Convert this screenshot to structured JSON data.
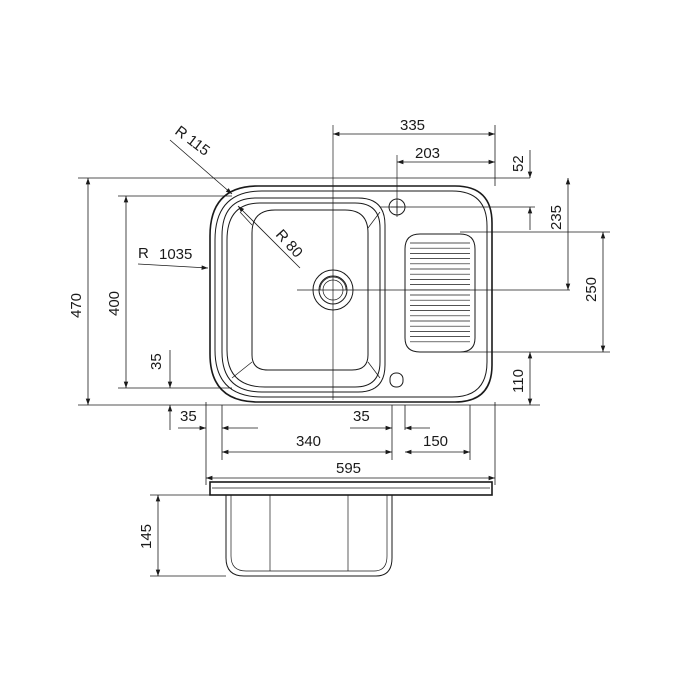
{
  "dimensions": {
    "top_335": "335",
    "top_203": "203",
    "right_52": "52",
    "right_235": "235",
    "right_250": "250",
    "right_110": "110",
    "left_470": "470",
    "left_400": "400",
    "left_35": "35",
    "bottom_35_left": "35",
    "bottom_35_right": "35",
    "bottom_340": "340",
    "bottom_150": "150",
    "bottom_595": "595",
    "side_145": "145",
    "radius_115": "R 115",
    "radius_80": "R 80",
    "radius_1035_prefix": "R",
    "radius_1035": "1035"
  }
}
